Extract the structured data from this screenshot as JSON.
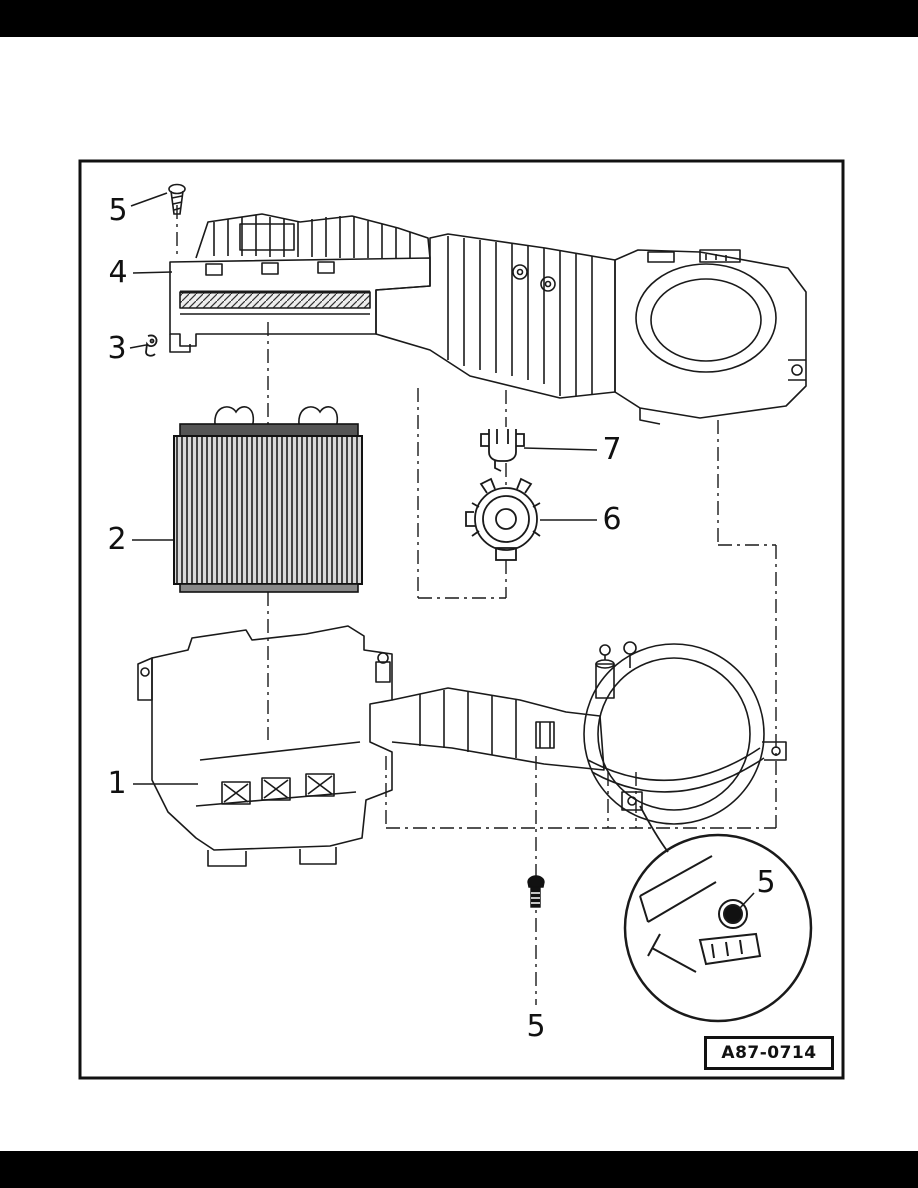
{
  "figure": {
    "reference_label": "A87-0714",
    "callouts": {
      "screw_top": "5",
      "intake_cover": "4",
      "retaining_clip": "3",
      "evaporator_core": "2",
      "lower_housing": "1",
      "bracket_clip": "7",
      "temperature_sensor": "6",
      "screw_detail": "5",
      "screw_bottom": "5"
    }
  },
  "colors": {
    "line": "#1a1a1a",
    "background": "#ffffff",
    "bar": "#000000"
  }
}
